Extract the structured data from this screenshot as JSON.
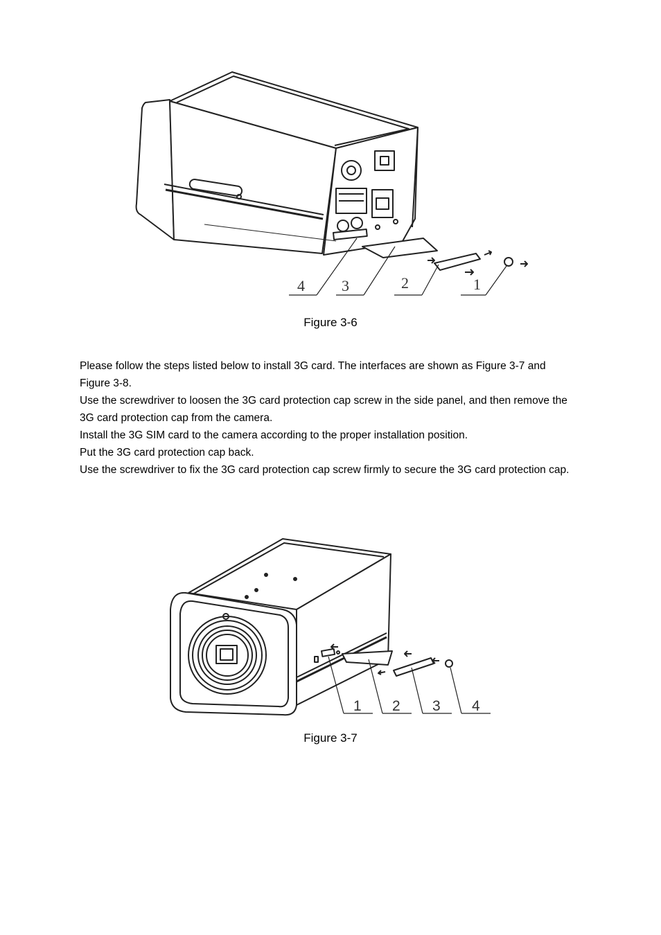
{
  "figure1": {
    "caption": "Figure 3-6",
    "callouts": [
      "4",
      "3",
      "2",
      "1"
    ]
  },
  "paragraphs": [
    "Please follow the steps listed below to install 3G card. The interfaces are shown as Figure 3-7 and Figure 3-8.",
    "Use the screwdriver to loosen the 3G card protection cap screw in the side panel, and then remove the 3G card protection cap from the camera.",
    "Install the 3G SIM card to the camera according to the proper installation position.",
    "Put the 3G card protection cap back.",
    "Use the screwdriver to fix the 3G card protection cap screw firmly to secure the 3G card protection cap."
  ],
  "figure2": {
    "caption": "Figure 3-7",
    "callouts": [
      "1",
      "2",
      "3",
      "4"
    ]
  }
}
